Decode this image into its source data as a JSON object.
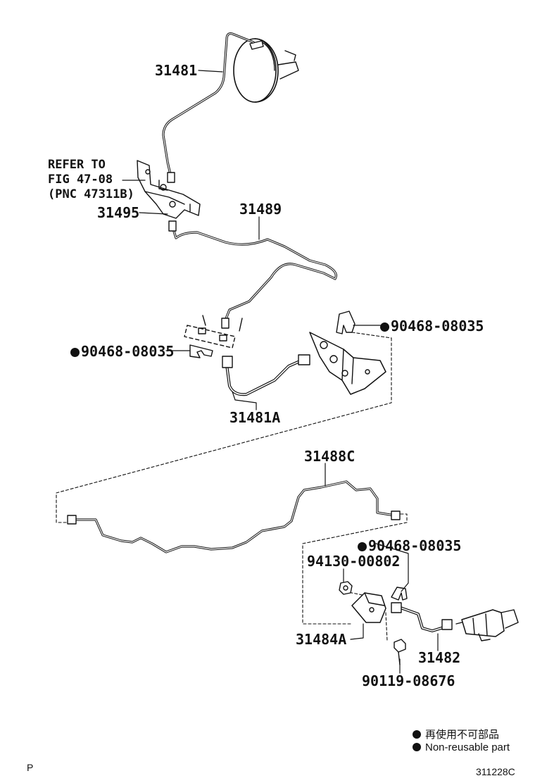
{
  "refer_note": {
    "line1": "REFER TO",
    "line2": "FIG 47-08",
    "line3": "(PNC 47311B)"
  },
  "parts": {
    "p31481": "31481",
    "p31495": "31495",
    "p31489": "31489",
    "clip_top": "90468-08035",
    "clip_left": "90468-08035",
    "p31481a": "31481A",
    "p31488c": "31488C",
    "clip_bottom": "90468-08035",
    "p94130": "94130-00802",
    "p31484a": "31484A",
    "p31482": "31482",
    "p90119": "90119-08676"
  },
  "legend": {
    "japanese": "再使用不可部品",
    "english": "Non-reusable part"
  },
  "footer": {
    "left": "P",
    "right": "311228C"
  },
  "colors": {
    "line": "#111111",
    "background": "#ffffff"
  }
}
